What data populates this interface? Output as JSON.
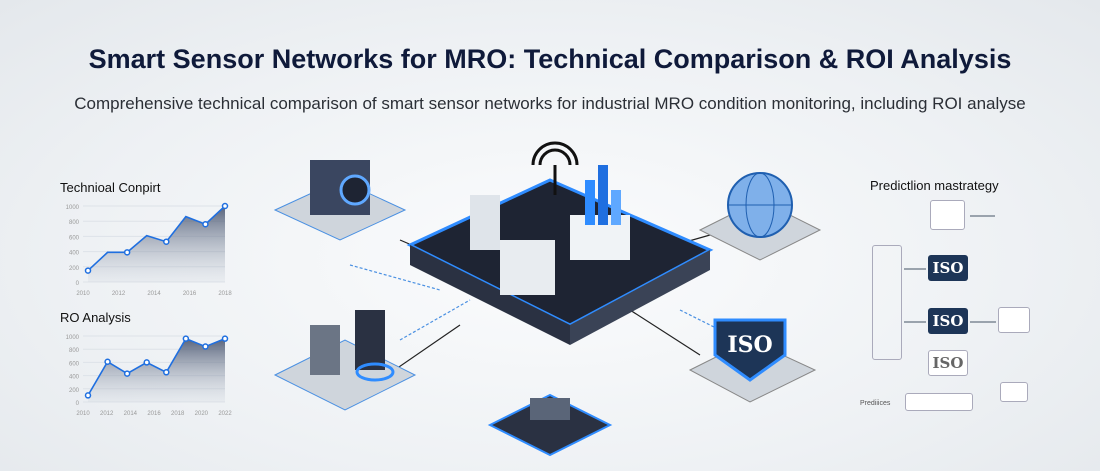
{
  "header": {
    "title": "Smart Sensor Networks for MRO: Technical Comparison & ROI Analysis",
    "subtitle": "Comprehensive technical comparison of smart sensor networks for industrial MRO condition monitoring, including ROI analyse"
  },
  "chart_data": [
    {
      "type": "area",
      "title": "Technioal Conpirt",
      "yticks": [
        "1000",
        "800",
        "600",
        "400",
        "200",
        "0"
      ],
      "xticks": [
        "2010",
        "2012",
        "2014",
        "2016",
        "2018"
      ],
      "values": [
        150,
        390,
        390,
        610,
        530,
        860,
        760,
        1000
      ],
      "ylim": [
        0,
        1000
      ],
      "color": "#1f6fe0"
    },
    {
      "type": "area",
      "title": "RO Analysis",
      "yticks": [
        "1000",
        "800",
        "600",
        "400",
        "200",
        "0"
      ],
      "xticks": [
        "2010",
        "2012",
        "2014",
        "2016",
        "2018",
        "2020",
        "2022"
      ],
      "values": [
        100,
        610,
        430,
        600,
        450,
        960,
        840,
        960
      ],
      "ylim": [
        0,
        1000
      ],
      "color": "#1f6fe0"
    }
  ],
  "flow": {
    "title": "Predictlion mastrategy",
    "nodes": [
      "ISO",
      "ISO",
      "ISO"
    ],
    "footer": "Prediiices"
  },
  "center": {
    "badge": "ISO"
  },
  "colors": {
    "accent": "#1f6fe0",
    "navy": "#1d3557",
    "platform": "#2a3142"
  }
}
